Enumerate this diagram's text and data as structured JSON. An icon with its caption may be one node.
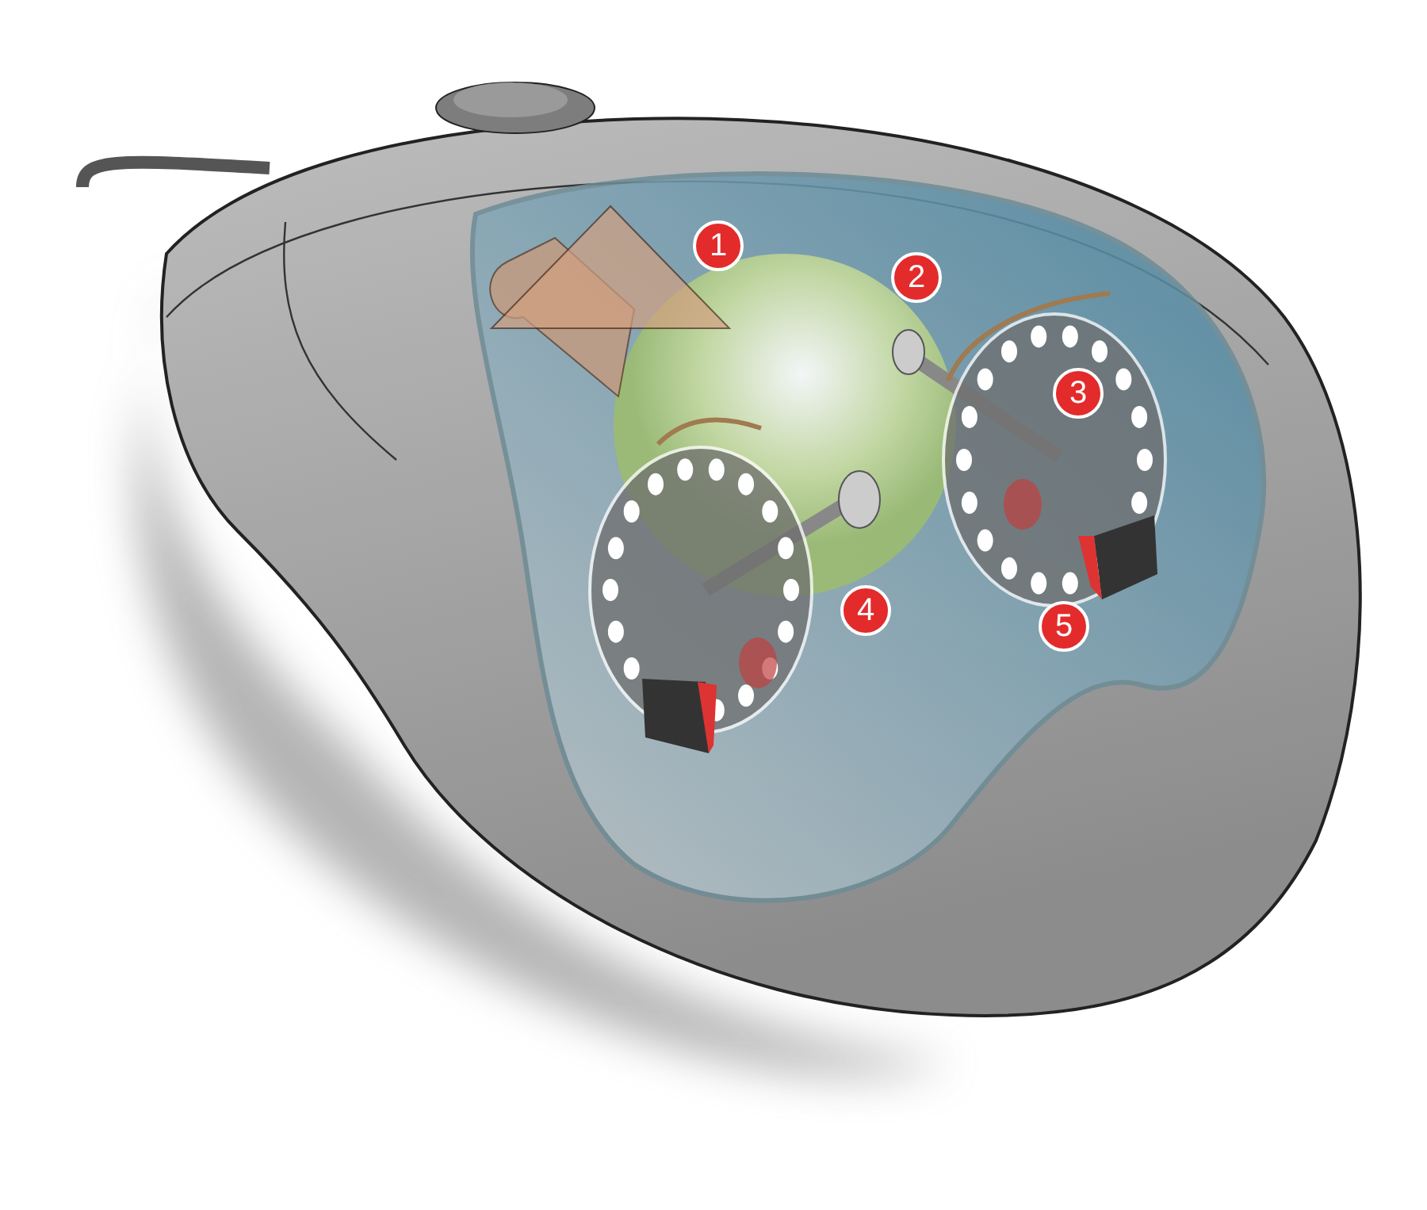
{
  "diagram": {
    "labels": [
      "1",
      "2",
      "3",
      "4",
      "5"
    ]
  }
}
